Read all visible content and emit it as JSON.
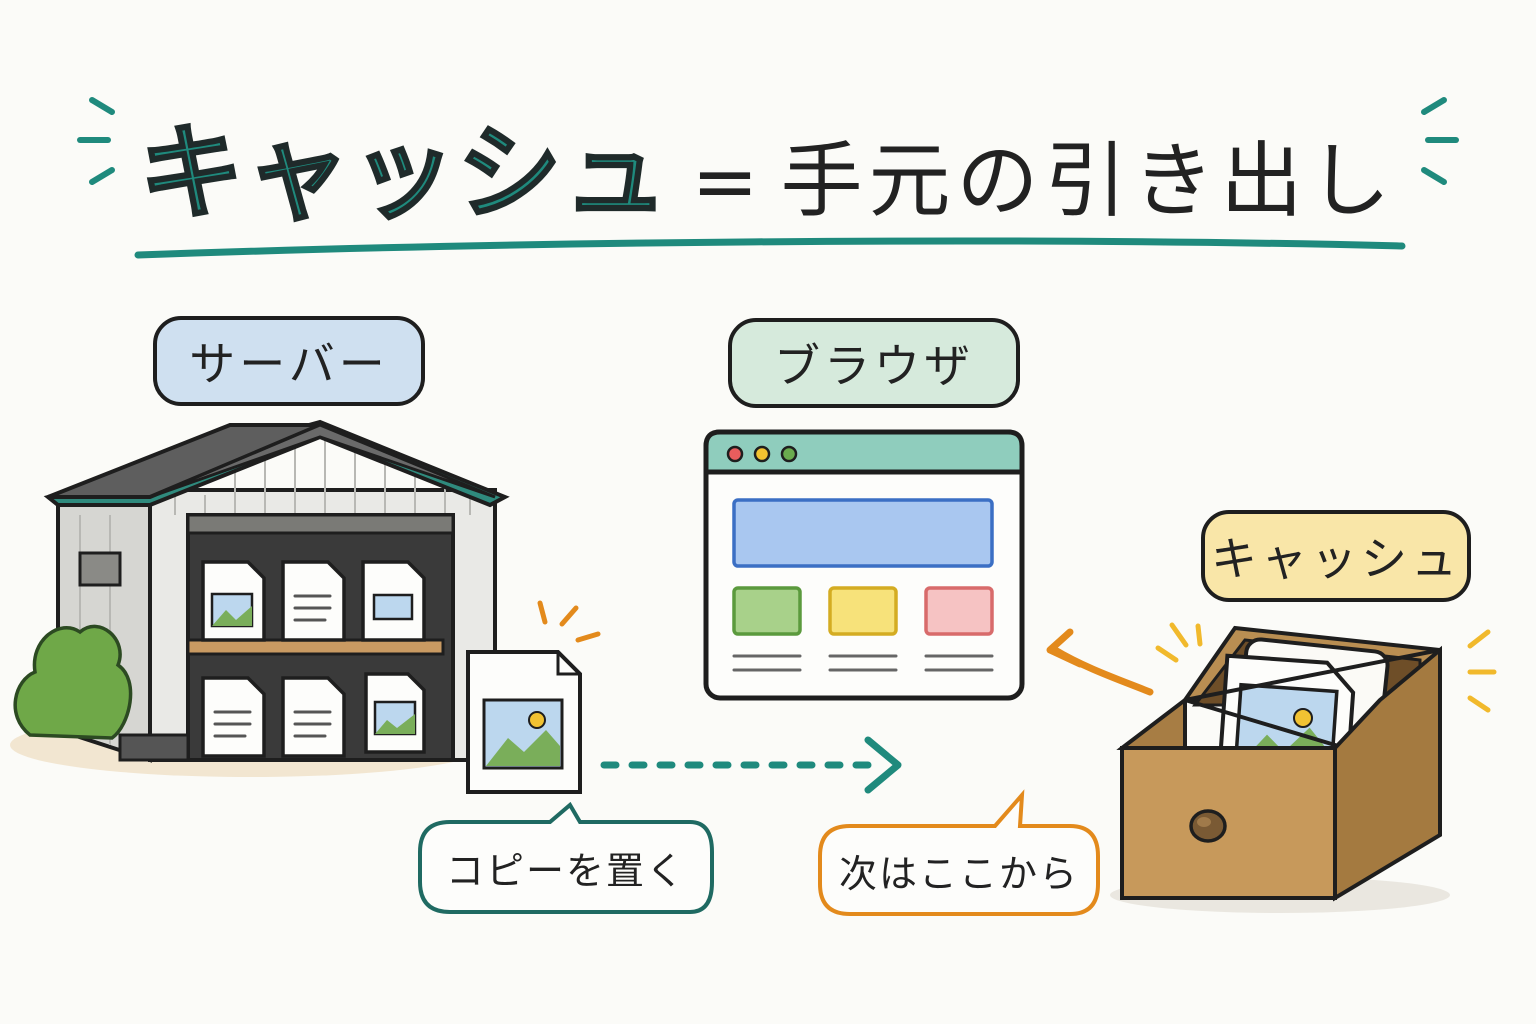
{
  "title": {
    "accent": "キャッシュ",
    "equals": "=",
    "rest": "手元の引き出し"
  },
  "labels": {
    "server": "サーバー",
    "browser": "ブラウザ",
    "cache": "キャッシュ"
  },
  "bubbles": {
    "copy": "コピーを置く",
    "next": "次はここから"
  },
  "colors": {
    "teal": "#1f8a7d",
    "orange": "#e38a1c",
    "server_label_bg": "#cfe0f0",
    "browser_label_bg": "#d6eadc",
    "cache_label_bg": "#f9e6a8"
  },
  "icons": [
    "warehouse-icon",
    "document-icon",
    "image-icon",
    "browser-window-icon",
    "drawer-icon",
    "bush-icon"
  ]
}
